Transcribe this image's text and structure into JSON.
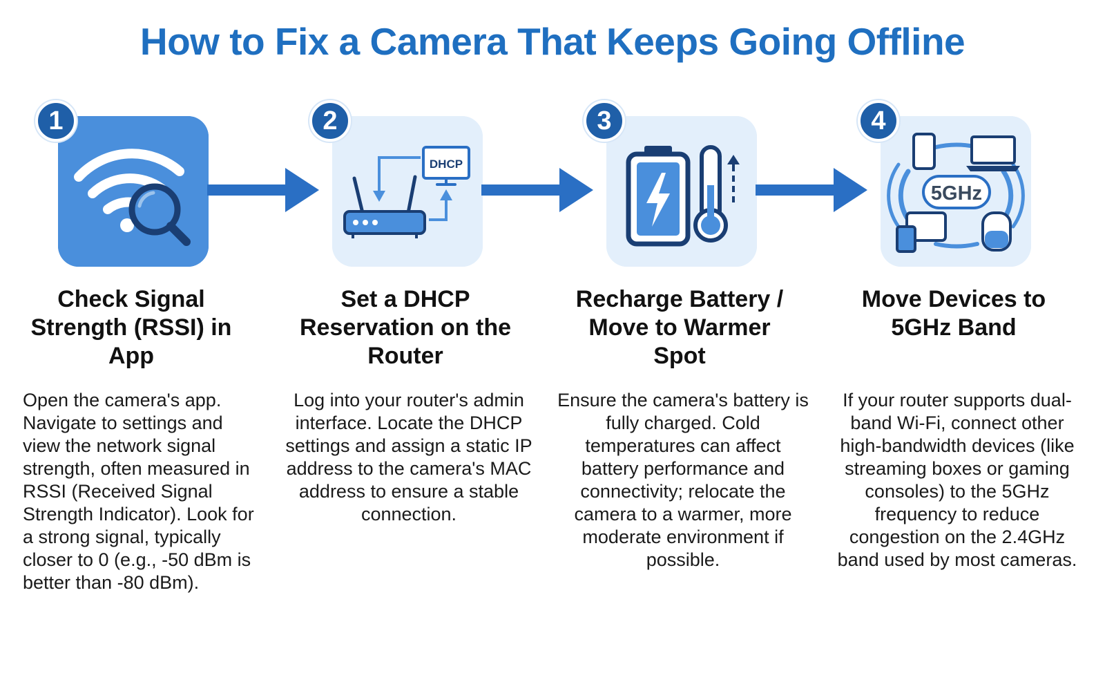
{
  "title": "How to Fix a Camera That Keeps Going Offline",
  "colors": {
    "title": "#1f6fc0",
    "badge": "#1f5fa8",
    "arrow": "#2a6fc4",
    "icon_bg_primary": "#4a8fdc",
    "icon_bg_light": "#e3effb",
    "icon_stroke": "#2a6fc4"
  },
  "steps": [
    {
      "number": "1",
      "title": "Check Signal Strength (RSSI) in App",
      "description": "Open the camera's app. Navigate to settings and view the network signal strength, often measured in RSSI (Received Signal Strength Indicator). Look for a strong signal, typically closer to 0 (e.g., -50 dBm is better than -80 dBm).",
      "icon": "wifi-search-icon"
    },
    {
      "number": "2",
      "title": "Set a DHCP Reservation on the Router",
      "description": "Log into your router's admin interface. Locate the DHCP settings and assign a static IP address to the camera's MAC address to ensure a stable connection.",
      "icon": "router-dhcp-icon",
      "icon_label": "DHCP"
    },
    {
      "number": "3",
      "title": "Recharge Battery / Move to Warmer Spot",
      "description": "Ensure the camera's battery is fully charged. Cold temperatures can affect battery performance and connectivity; relocate the camera to a warmer, more moderate environment if possible.",
      "icon": "battery-thermometer-icon"
    },
    {
      "number": "4",
      "title": "Move Devices to 5GHz Band",
      "description": "If your router supports dual-band Wi-Fi, connect other high-bandwidth devices (like streaming boxes or gaming consoles) to the 5GHz frequency to reduce congestion on the 2.4GHz band used by most cameras.",
      "icon": "5ghz-devices-icon",
      "icon_label": "5GHz"
    }
  ]
}
